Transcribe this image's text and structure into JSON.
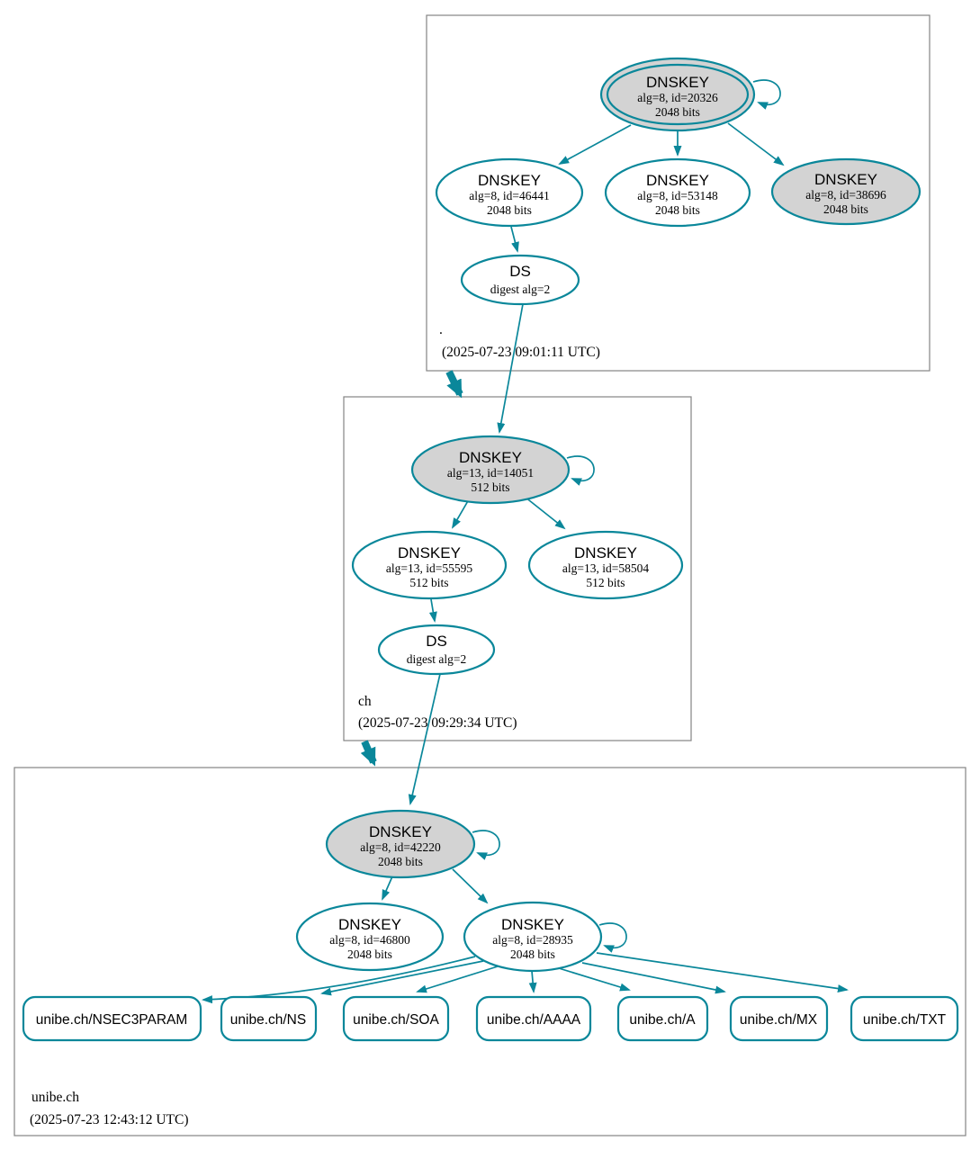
{
  "diagram": {
    "kind": "dnssec-authentication-chain-graph"
  },
  "colors": {
    "edge": "#0a879a",
    "ksk_fill": "#d3d3d3",
    "node_fill": "#ffffff",
    "zone_border": "#848484",
    "text": "#000000"
  },
  "zones": [
    {
      "name": ".",
      "timestamp": "(2025-07-23 09:01:11 UTC)",
      "nodes": [
        {
          "title": "DNSKEY",
          "detail1": "alg=8, id=20326",
          "detail2": "2048 bits"
        },
        {
          "title": "DNSKEY",
          "detail1": "alg=8, id=46441",
          "detail2": "2048 bits"
        },
        {
          "title": "DNSKEY",
          "detail1": "alg=8, id=53148",
          "detail2": "2048 bits"
        },
        {
          "title": "DNSKEY",
          "detail1": "alg=8, id=38696",
          "detail2": "2048 bits"
        },
        {
          "title": "DS",
          "detail1": "digest alg=2"
        }
      ]
    },
    {
      "name": "ch",
      "timestamp": "(2025-07-23 09:29:34 UTC)",
      "nodes": [
        {
          "title": "DNSKEY",
          "detail1": "alg=13, id=14051",
          "detail2": "512 bits"
        },
        {
          "title": "DNSKEY",
          "detail1": "alg=13, id=55595",
          "detail2": "512 bits"
        },
        {
          "title": "DNSKEY",
          "detail1": "alg=13, id=58504",
          "detail2": "512 bits"
        },
        {
          "title": "DS",
          "detail1": "digest alg=2"
        }
      ]
    },
    {
      "name": "unibe.ch",
      "timestamp": "(2025-07-23 12:43:12 UTC)",
      "nodes": [
        {
          "title": "DNSKEY",
          "detail1": "alg=8, id=42220",
          "detail2": "2048 bits"
        },
        {
          "title": "DNSKEY",
          "detail1": "alg=8, id=46800",
          "detail2": "2048 bits"
        },
        {
          "title": "DNSKEY",
          "detail1": "alg=8, id=28935",
          "detail2": "2048 bits"
        }
      ],
      "rrsets": [
        {
          "label": "unibe.ch/NSEC3PARAM"
        },
        {
          "label": "unibe.ch/NS"
        },
        {
          "label": "unibe.ch/SOA"
        },
        {
          "label": "unibe.ch/AAAA"
        },
        {
          "label": "unibe.ch/A"
        },
        {
          "label": "unibe.ch/MX"
        },
        {
          "label": "unibe.ch/TXT"
        }
      ]
    }
  ]
}
